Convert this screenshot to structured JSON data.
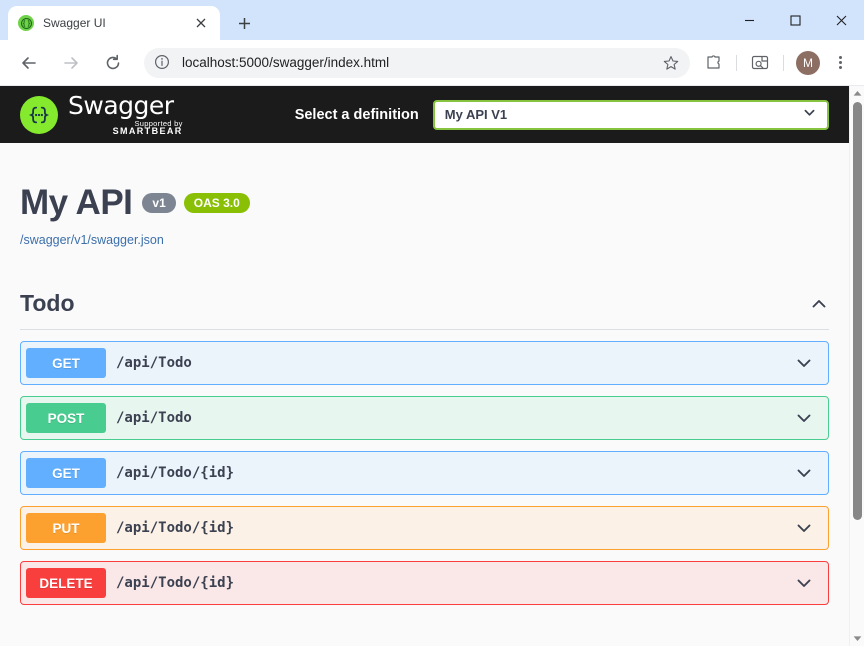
{
  "browser": {
    "tab": {
      "title": "Swagger UI",
      "favicon_icon": "swagger-favicon",
      "close_icon": "close-icon"
    },
    "new_tab_label": "+",
    "window_controls": {
      "minimize": "minimize-icon",
      "maximize": "maximize-icon",
      "close": "close-icon"
    },
    "toolbar": {
      "back_icon": "back-arrow-icon",
      "forward_icon": "forward-arrow-icon",
      "reload_icon": "reload-icon",
      "info_icon": "page-info-icon",
      "url": "localhost:5000/swagger/index.html",
      "star_icon": "bookmark-star-icon",
      "extensions_icon": "extensions-puzzle-icon",
      "sidepanel_icon": "search-tabs-icon",
      "avatar_letter": "M",
      "menu_icon": "three-dot-menu-icon"
    }
  },
  "swagger": {
    "topbar": {
      "logo_mark": "{...}",
      "logo_name": "Swagger",
      "logo_supported_prefix": "Supported by",
      "logo_supported_brand": "SMARTBEAR",
      "select_label": "Select a definition",
      "definition_value": "My API V1",
      "dropdown_icon": "chevron-down-icon",
      "accent_green": "#85ea2d",
      "select_border": "#86c440",
      "background": "#1b1b1b"
    },
    "info": {
      "title": "My API",
      "version_badge": "v1",
      "oas_badge": "OAS 3.0",
      "spec_url": "/swagger/v1/swagger.json"
    },
    "tag": {
      "name": "Todo",
      "collapse_icon": "chevron-up-icon",
      "expanded": true
    },
    "operations": [
      {
        "method": "GET",
        "path": "/api/Todo",
        "style": "op-get",
        "color": "#61affe",
        "expand_icon": "chevron-down-icon"
      },
      {
        "method": "POST",
        "path": "/api/Todo",
        "style": "op-post",
        "color": "#49cc90",
        "expand_icon": "chevron-down-icon"
      },
      {
        "method": "GET",
        "path": "/api/Todo/{id}",
        "style": "op-get",
        "color": "#61affe",
        "expand_icon": "chevron-down-icon"
      },
      {
        "method": "PUT",
        "path": "/api/Todo/{id}",
        "style": "op-put",
        "color": "#fca130",
        "expand_icon": "chevron-down-icon"
      },
      {
        "method": "DELETE",
        "path": "/api/Todo/{id}",
        "style": "op-delete",
        "color": "#f93e3e",
        "expand_icon": "chevron-down-icon"
      }
    ]
  },
  "scrollbar": {
    "up_arrow_icon": "scroll-up-arrow-icon",
    "down_arrow_icon": "scroll-down-arrow-icon"
  }
}
